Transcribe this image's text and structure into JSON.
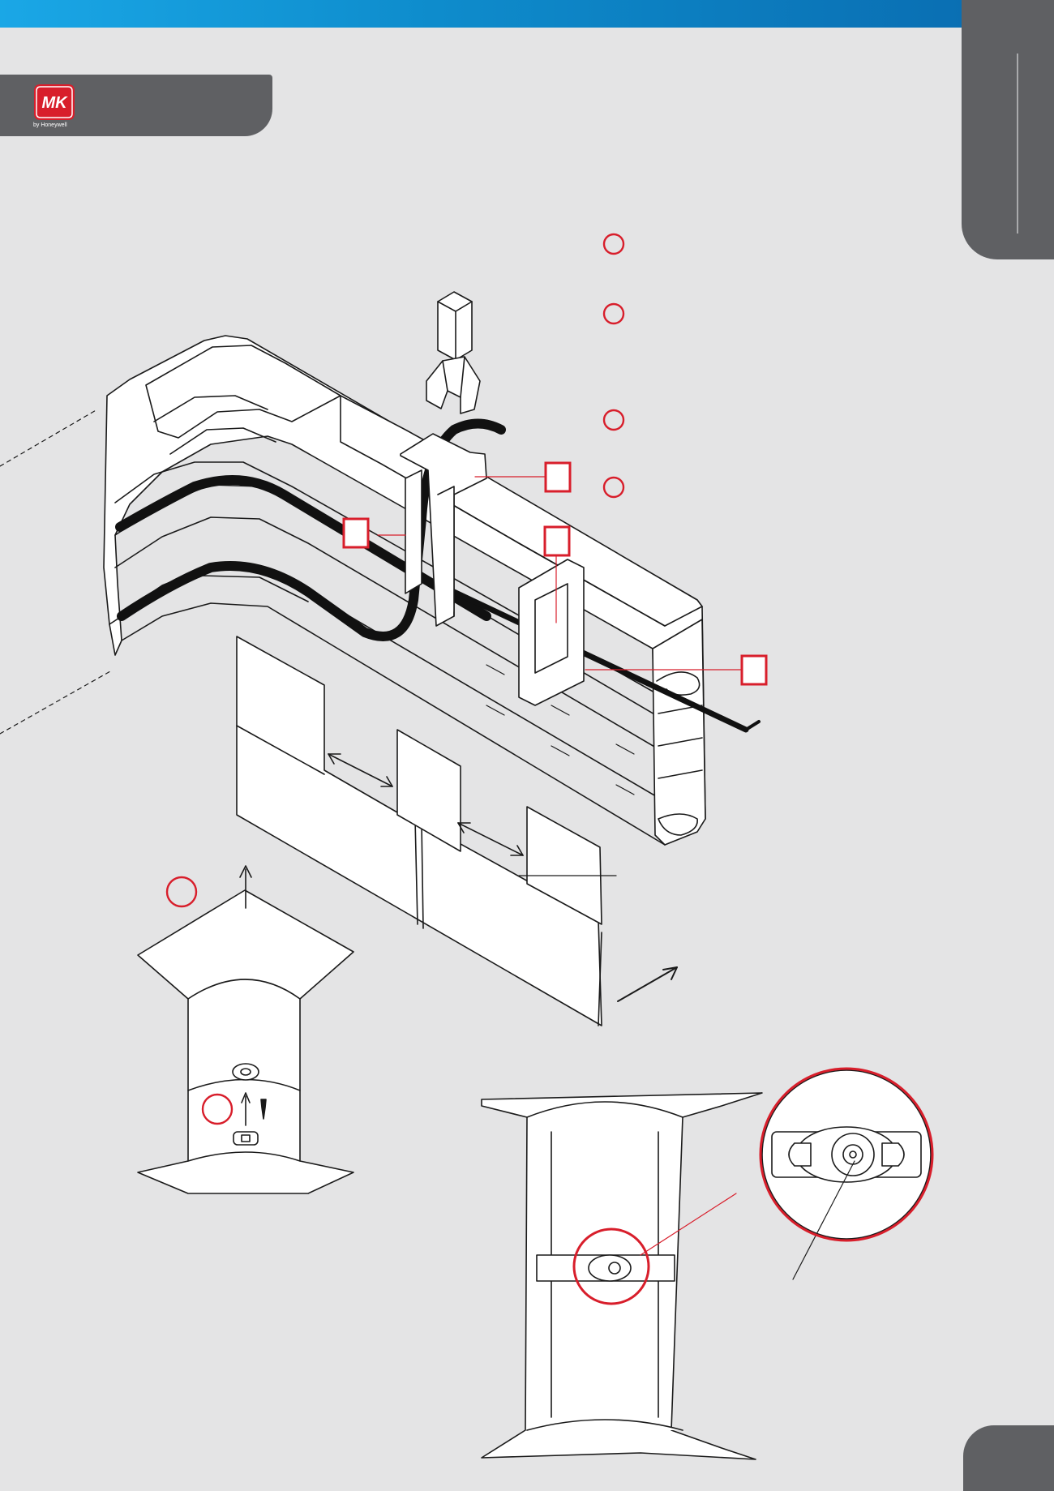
{
  "header": {
    "brand_logo": "MK",
    "brand_subtext": "by Honeywell",
    "accent_color": "#1aa7e6",
    "brand_red": "#d81e2b",
    "tab_color": "#5f6063"
  },
  "figure": {
    "description_icon": "trunking-assembly-drawing",
    "callout_circles": [
      "",
      "",
      "",
      "",
      "",
      ""
    ],
    "callout_squares": [
      "",
      "",
      "",
      ""
    ]
  }
}
